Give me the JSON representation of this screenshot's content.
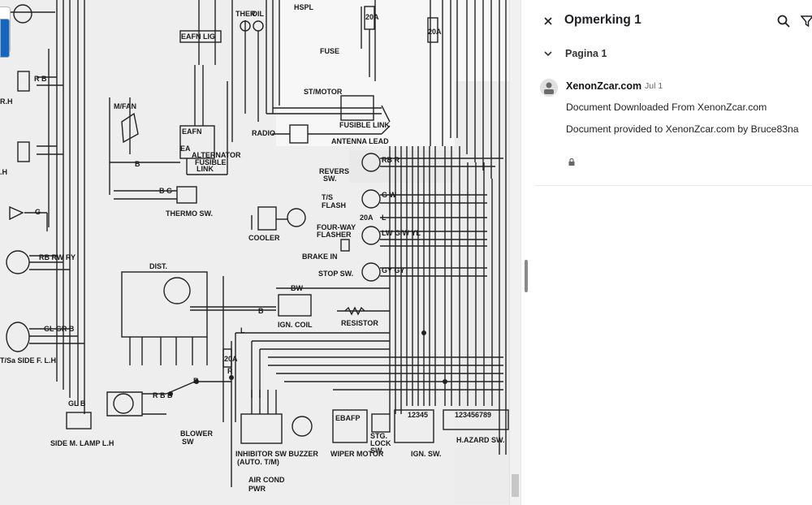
{
  "viewer": {
    "diagram_labels": {
      "eafn_lig": "EAFN LIG",
      "ther": "THER",
      "oil": "OIL",
      "hspl": "HSPL",
      "fuse": "FUSE",
      "fuse_20a_top": "20A",
      "fuse_20a_right": "20A",
      "m_fan": "M/FAN",
      "rh1": "R.H",
      "rb_r": "R B",
      "st_motor": "ST/MOTOR",
      "fusible_link": "FUSIBLE LINK",
      "radio": "RADIO",
      "antenna_lead": "ANTENNA LEAD",
      "eafn": "EAFN",
      "ea": "EA",
      "alternator": "ALTERNATOR",
      "fusible_link2": "FUSIBLE",
      "link2": "LINK",
      "b1": "B",
      "b_g": "B G",
      "thermo_sw": "THERMO SW.",
      "lh1": ".H",
      "g1": "G",
      "cooler": "COOLER",
      "revers_sw": "REVERS",
      "revers_sw2": "SW.",
      "rb_r2": "RB R",
      "ts_flash": "T/S",
      "ts_flash2": "FLASH",
      "g_w": "G W",
      "a20": "20A",
      "l": "L",
      "four_way": "FOUR-WAY",
      "flasher": "FLASHER",
      "lw_gw_yl": "LW G/W YL",
      "brake_in": "BRAKE IN",
      "stop_sw": "STOP SW.",
      "gy_gy": "GY GY",
      "rb_rw_ry": "RB RW RY",
      "dist": "DIST.",
      "bw": "BW",
      "b2": "B",
      "ign_coil": "IGN. COIL",
      "resistor": "RESISTOR",
      "gl_gr_b": "GL GR B",
      "ts_side": "T/Sa SIDE F. L.H",
      "l2": "L",
      "r1": "R",
      "r2": "R",
      "fuse_20a_mid": "20A",
      "gl_b": "GL B",
      "side_m_lamp": "SIDE M. LAMP L.H",
      "blower_sw": "BLOWER",
      "blower_sw2": "SW",
      "r_b_b": "R B B",
      "inhibitor_sw": "INHIBITOR SW BUZZER",
      "auto_tm": "(AUTO. T/M)",
      "air_cond": "AIR COND",
      "pwr": "PWR",
      "ebafp": "EBAFP",
      "wiper_motor": "WIPER MOTOR",
      "stg_lock": "STG.",
      "stg_lock2": "LOCK",
      "stg_lock3": "SW.",
      "ign_sw": "IGN. SW.",
      "hazard_sw": "H.AZARD SW.",
      "h_num": "12345",
      "h_num2": "123456789"
    }
  },
  "panel": {
    "title": "Opmerking 1",
    "page_label": "Pagina 1",
    "comment": {
      "author": "XenonZcar.com",
      "date": "Jul 1",
      "line1": "Document Downloaded From XenonZcar.com",
      "line2": "Document provided to XenonZcar.com by Bruce83na"
    }
  }
}
